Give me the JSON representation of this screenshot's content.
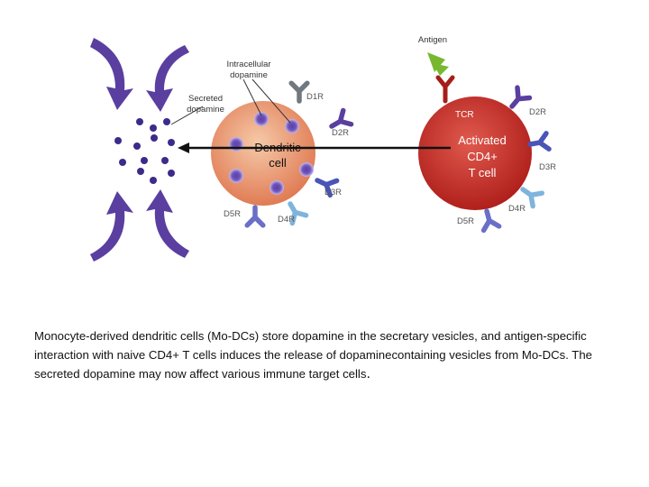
{
  "figure": {
    "labels": {
      "intracellular_line1": "Intracellular",
      "intracellular_line2": "dopamine",
      "secreted_line1": "Secreted",
      "secreted_line2": "dopamine",
      "dendritic_line1": "Dendritic",
      "dendritic_line2": "cell",
      "activated_line1": "Activated",
      "activated_line2": "CD4+",
      "activated_line3": "T cell",
      "antigen": "Antigen",
      "tcr": "TCR",
      "dc_d1r": "D1R",
      "dc_d2r": "D2R",
      "dc_d3r": "D3R",
      "dc_d4r": "D4R",
      "dc_d5r": "D5R",
      "t_d2r": "D2R",
      "t_d3r": "D3R",
      "t_d4r": "D4R",
      "t_d5r": "D5R"
    },
    "colors": {
      "dendritic_cell": "#e8906a",
      "t_cell": "#c8302a",
      "arrow_purple": "#5a3fa0",
      "vesicle": "#6a4fb0",
      "dot": "#3d2a8a",
      "d1r": "#707880",
      "d2r": "#5a3fa0",
      "d3r": "#4a55b8",
      "d4r": "#7fb4dc",
      "d5r": "#6a6fc8",
      "antigen": "#78b830"
    },
    "icons": [
      "curved-arrow-icon",
      "receptor-icon",
      "antigen-icon",
      "vesicle-icon"
    ]
  },
  "caption": "Monocyte-derived dendritic cells (Mo-DCs) store dopamine in the secretary vesicles, and antigen-specific interaction with naive CD4+ T cells induces the release of dopaminecontaining vesicles from Mo-DCs. The secreted dopamine may now affect various immune target cells",
  "caption_end": "."
}
